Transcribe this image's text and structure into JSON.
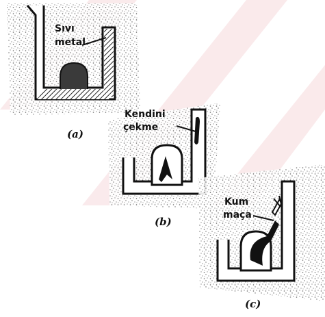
{
  "panels": [
    {
      "id": "a",
      "caption": "(a)",
      "labels": [
        "Sıvı",
        "metal"
      ]
    },
    {
      "id": "b",
      "caption": "(b)",
      "labels": [
        "Kendini",
        "çekme"
      ]
    },
    {
      "id": "c",
      "caption": "(c)",
      "labels": [
        "Kum",
        "maça"
      ]
    }
  ],
  "colors": {
    "ink": "#111111",
    "sand": "#555555",
    "watermark": "#f6d9dc"
  }
}
